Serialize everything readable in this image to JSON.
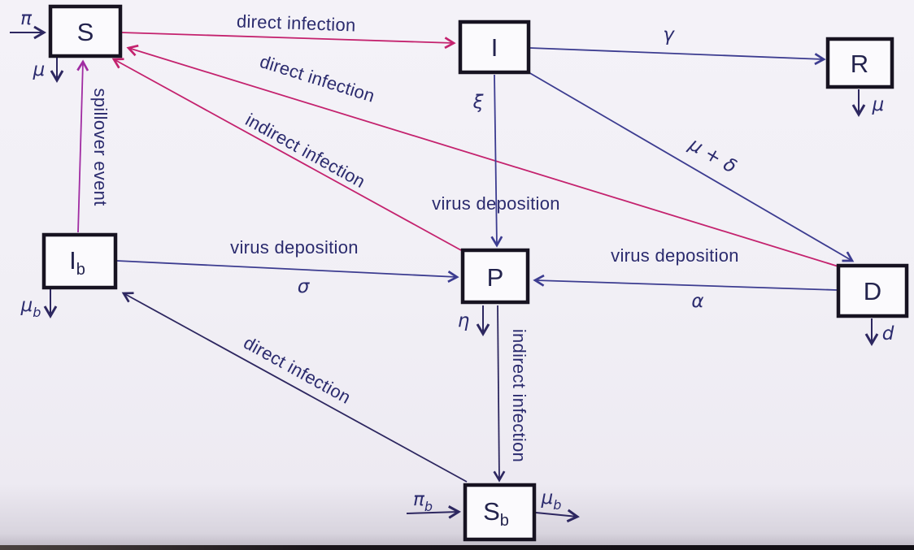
{
  "colors": {
    "red": "#c4226e",
    "purple": "#a02ba2",
    "blue": "#3c3c90",
    "indigo": "#2d2760",
    "ink": "#2b2b6e",
    "boxBorder": "#171321",
    "boxText": "#23234d"
  },
  "nodes": {
    "s": {
      "main": "S",
      "sub": ""
    },
    "i": {
      "main": "I",
      "sub": ""
    },
    "r": {
      "main": "R",
      "sub": ""
    },
    "ib": {
      "main": "I",
      "sub": "b"
    },
    "p": {
      "main": "P",
      "sub": ""
    },
    "d": {
      "main": "D",
      "sub": ""
    },
    "sb": {
      "main": "S",
      "sub": "b"
    }
  },
  "edges": {
    "s_to_i": {
      "label": "direct infection"
    },
    "i_to_r": {
      "rate": "γ"
    },
    "i_to_d": {
      "rate": "μ + δ"
    },
    "i_to_p": {
      "label": "virus deposition",
      "rate": "ξ"
    },
    "d_to_s": {
      "label": "direct infection"
    },
    "p_to_s": {
      "label": "indirect infection"
    },
    "ib_to_s": {
      "label": "spillover event"
    },
    "ib_to_p": {
      "label": "virus deposition",
      "rate": "σ"
    },
    "d_to_p": {
      "label": "virus deposition",
      "rate": "α"
    },
    "p_to_sb": {
      "label": "indirect infection"
    },
    "sb_to_ib": {
      "label": "direct infection"
    }
  },
  "rates": {
    "s_birth": "π",
    "s_death": "μ",
    "r_death": "μ",
    "ib_death": {
      "main": "μ",
      "sub": "b"
    },
    "p_decay": "η",
    "d_removal": "d",
    "sb_birth": {
      "main": "π",
      "sub": "b"
    },
    "sb_death": {
      "main": "μ",
      "sub": "b"
    }
  }
}
